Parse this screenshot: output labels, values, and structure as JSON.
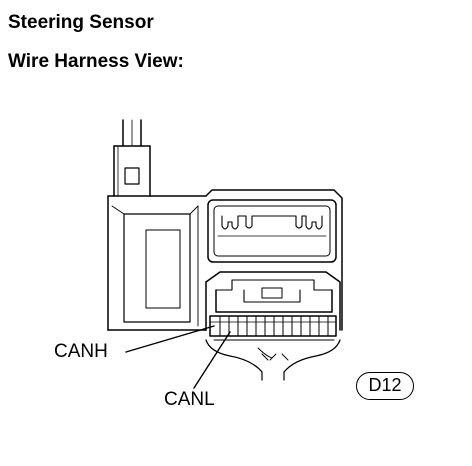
{
  "header": {
    "title": "Steering Sensor",
    "subtitle": "Wire Harness View:"
  },
  "diagram": {
    "connector_code": "D12",
    "callouts": {
      "canh": "CANH",
      "canl": "CANL"
    }
  }
}
